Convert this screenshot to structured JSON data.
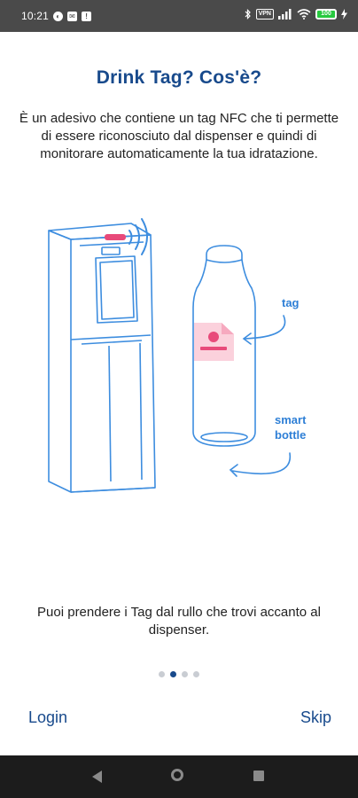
{
  "status_bar": {
    "time": "10:21",
    "icons": [
      "data-saver-icon",
      "mail-icon",
      "notification-icon"
    ],
    "right_icons": [
      "bluetooth-icon",
      "vpn-icon",
      "signal-icon",
      "wifi-icon",
      "battery-icon",
      "charging-icon"
    ],
    "vpn_label": "VPN",
    "battery_level": "100"
  },
  "onboarding": {
    "title": "Drink Tag? Cos'è?",
    "description": "È un adesivo che contiene un tag NFC che ti permette di essere riconosciuto dal dispenser e quindi di monitorare automaticamente la tua idratazione.",
    "illustration": {
      "tag_label": "tag",
      "bottle_label_line1": "smart",
      "bottle_label_line2": "bottle",
      "line_color": "#3d8ddf",
      "accent_color": "#e84a7a",
      "label_color": "#2e7fd6"
    },
    "footer_text": "Puoi prendere i Tag dal rullo che trovi accanto al dispenser.",
    "pager": {
      "total": 4,
      "active": 2
    }
  },
  "actions": {
    "login_label": "Login",
    "skip_label": "Skip"
  },
  "colors": {
    "primary": "#184a8c",
    "status_bar": "#4a4a4a",
    "nav_bar": "#1c1c1c"
  }
}
